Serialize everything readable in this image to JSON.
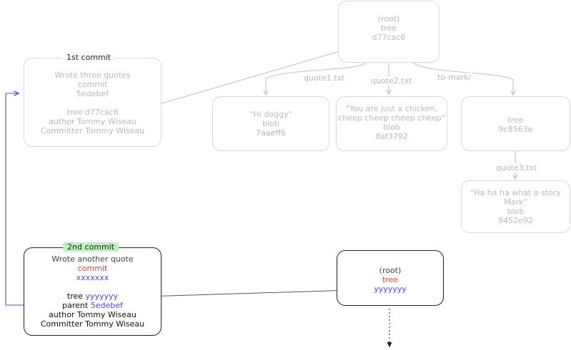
{
  "commit1": {
    "tag": "1st commit",
    "message": "Wrote three quotes",
    "type": "commit",
    "hash": "5edebef",
    "tree_line": "tree d77cac6",
    "author_line": "author Tommy Wiseau",
    "committer_line": "Committer Tommy Wiseau"
  },
  "root_tree_old": {
    "name": "(root)",
    "type": "tree",
    "hash": "d77cac6"
  },
  "edges_old": {
    "quote1": "quote1.txt",
    "quote2": "quote2.txt",
    "to_mark": "to-mark/",
    "quote3": "quote3.txt"
  },
  "blob1": {
    "text": "\"Hi doggy\"",
    "type": "blob",
    "hash": "7aaeff6"
  },
  "blob2": {
    "text_line1": "\"You are just a chicken,",
    "text_line2": "cheep cheep cheep cheep\"",
    "type": "blob",
    "hash": "8af3792"
  },
  "subtree": {
    "type": "tree",
    "hash": "9c8563e"
  },
  "blob3": {
    "text_line1": "\"Ha ha ha what a story",
    "text_line2": "Mark\"",
    "type": "blob",
    "hash": "9452e92"
  },
  "commit2": {
    "tag": "2nd commit",
    "message": "Wrote another quote",
    "type": "commit",
    "hash": "xxxxxxx",
    "tree_label": "tree",
    "tree_hash": "yyyyyyy",
    "parent_label": "parent",
    "parent_hash": "5edebef",
    "author_line": "author Tommy Wiseau",
    "committer_line": "Committer Tommy Wiseau"
  },
  "root_tree_new": {
    "name": "(root)",
    "type": "tree",
    "hash": "yyyyyyy"
  },
  "colors": {
    "faded": "#b8b8b8",
    "dark": "#222222",
    "red": "#e0453c",
    "blue": "#4a4ad8",
    "tag_green": "#bff0bf"
  }
}
